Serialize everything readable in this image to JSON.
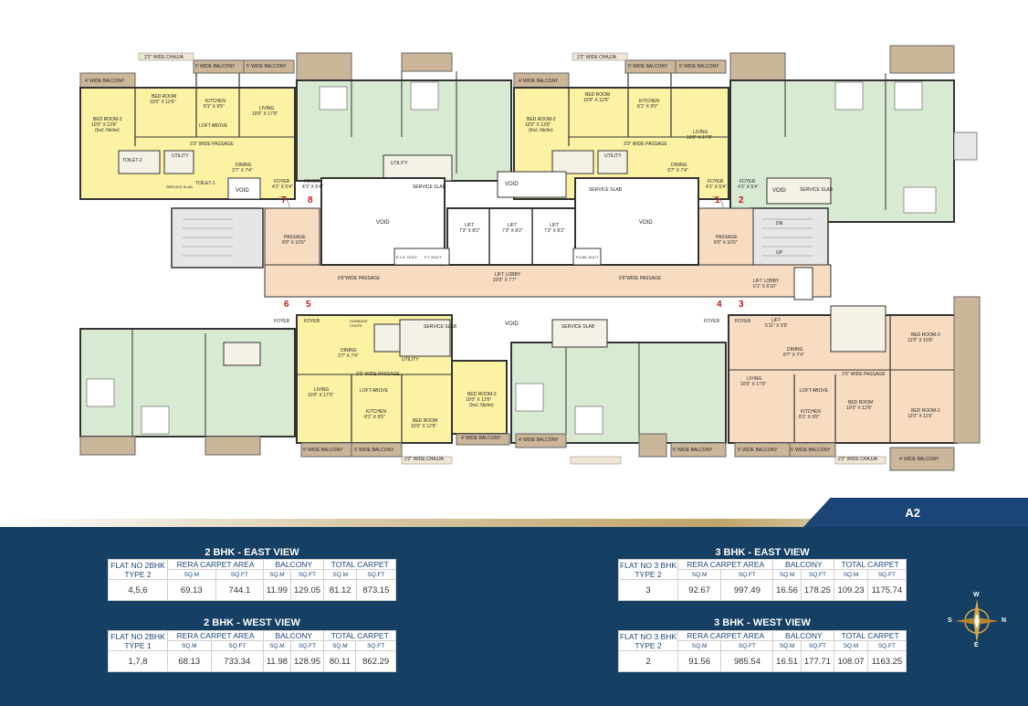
{
  "plan": {
    "chaja": [
      "2'2\" WIDE CHAJJA",
      "2'2\" WIDE CHAJJA",
      "2'2\" WIDE CHAJJA",
      "2'2\" WIDE CHAJJA"
    ],
    "balconies_top": [
      "4' WIDE BALCONY",
      "5' WIDE BALCONY",
      "5' WIDE BALCONY",
      "4' WIDE BALCONY",
      "5' WIDE BALCONY",
      "5' WIDE BALCONY"
    ],
    "balconies_bottom": [
      "5' WIDE BALCONY",
      "5' WIDE BALCONY",
      "4' WIDE BALCONY",
      "4' WIDE BALCONY",
      "5' WIDE BALCONY",
      "5' WIDE BALCONY",
      "5' WIDE BALCONY",
      "4' WIDE BALCONY"
    ],
    "rooms": {
      "bed_room": "BED ROOM",
      "bed_room_dim": "10'0\" X 12'6\"",
      "bed_room2": "BED ROOM-2",
      "bed_room2_dim": "10'0\" X 13'6\"",
      "incl_niche": "(Incl. Niche)",
      "kitchen": "KITCHEN",
      "kitchen_dim": "8'1\" X 9'5\"",
      "living": "LIVING",
      "living_dim": "10'0\" X 17'0\"",
      "dining": "DINING",
      "dining_dim": "3'7\" X 7'4\"",
      "passage33": "3'3\" WIDE PASSAGE",
      "loft_above": "LOFT ABOVE",
      "toilet1": "TOILET-1",
      "toilet2": "TOILET-2",
      "utility": "UTILITY",
      "foyer": "FOYER",
      "foyer_dim": "4'1\" X 5'4\"",
      "void": "VOID",
      "service_slab": "SERVICE SLAB",
      "lift": "LIFT",
      "lift_dim": "7'3\" X 8'2\"",
      "lift_lobby": "LIFT LOBBY",
      "lift_lobby_dim": "23'0\" X 7'7\"",
      "passage66": "6'6\"WIDE PASSAGE",
      "passage": "PASSAGE",
      "passage_dim": "8'0\" X 10'0\"",
      "ele_duct": "E.L.E. DUCT",
      "ft_duct": "F.T. DUCT",
      "plum_duct": "PLUM. DUCT",
      "garbage_chute": "GARBAGE CHUTE",
      "bed_room3": "BED ROOM-3",
      "bed_room3_dim": "12'0\" X 10'6\"",
      "bed_room2b_dim": "12'0\" X 11'6\"",
      "lift_lobby2_dim": "6'1\" X 6'10\"",
      "lift2_dim": "5'11\" X 5'9\"",
      "dining2_dim": "8'7\" X 7'4\"",
      "dn": "DN",
      "up": "UP"
    },
    "flat_numbers": [
      "7",
      "8",
      "1",
      "2",
      "6",
      "5",
      "4",
      "3"
    ]
  },
  "tab": {
    "label": "A2"
  },
  "tables": [
    {
      "title": "2 BHK - EAST VIEW",
      "flat_header": "FLAT NO 2BHK TYPE 2",
      "headers": [
        "RERA CARPET AREA",
        "BALCONY",
        "TOTAL CARPET"
      ],
      "units": [
        "SQ.M",
        "SQ.FT",
        "SQ.M",
        "SQ.FT",
        "SQ.M",
        "SQ.FT"
      ],
      "values": [
        "4,5,6",
        "69.13",
        "744.1",
        "11.99",
        "129.05",
        "81.12",
        "873.15"
      ]
    },
    {
      "title": "2 BHK - WEST VIEW",
      "flat_header": "FLAT NO 2BHK TYPE 1",
      "headers": [
        "RERA CARPET AREA",
        "BALCONY",
        "TOTAL CARPET"
      ],
      "units": [
        "SQ.M",
        "SQ.FT",
        "SQ.M",
        "SQ.FT",
        "SQ.M",
        "SQ.FT"
      ],
      "values": [
        "1,7,8",
        "68.13",
        "733.34",
        "11.98",
        "128.95",
        "80.11",
        "862.29"
      ]
    },
    {
      "title": "3 BHK - EAST VIEW",
      "flat_header": "FLAT NO 3 BHK TYPE 2",
      "headers": [
        "RERA CARPET AREA",
        "BALCONY",
        "TOTAL CARPET"
      ],
      "units": [
        "SQ.M",
        "SQ.FT",
        "SQ.M",
        "SQ.FT",
        "SQ.M",
        "SQ.FT"
      ],
      "values": [
        "3",
        "92.67",
        "997.49",
        "16.56",
        "178.25",
        "109.23",
        "1175.74"
      ]
    },
    {
      "title": "3 BHK - WEST VIEW",
      "flat_header": "FLAT NO 3 BHK TYPE 2",
      "headers": [
        "RERA CARPET AREA",
        "BALCONY",
        "TOTAL CARPET"
      ],
      "units": [
        "SQ.M",
        "SQ.FT",
        "SQ.M",
        "SQ.FT",
        "SQ.M",
        "SQ.FT"
      ],
      "values": [
        "2",
        "91.56",
        "985.54",
        "16.51",
        "177.71",
        "108.07",
        "1163.25"
      ]
    }
  ],
  "compass": {
    "n": "N",
    "s": "S",
    "e": "E",
    "w": "W"
  },
  "colors": {
    "navy": "#153f63",
    "yellow": "#fbf2a4",
    "green": "#d9ead3",
    "peach": "#f8dcc2",
    "balcony": "#cbb69a"
  }
}
